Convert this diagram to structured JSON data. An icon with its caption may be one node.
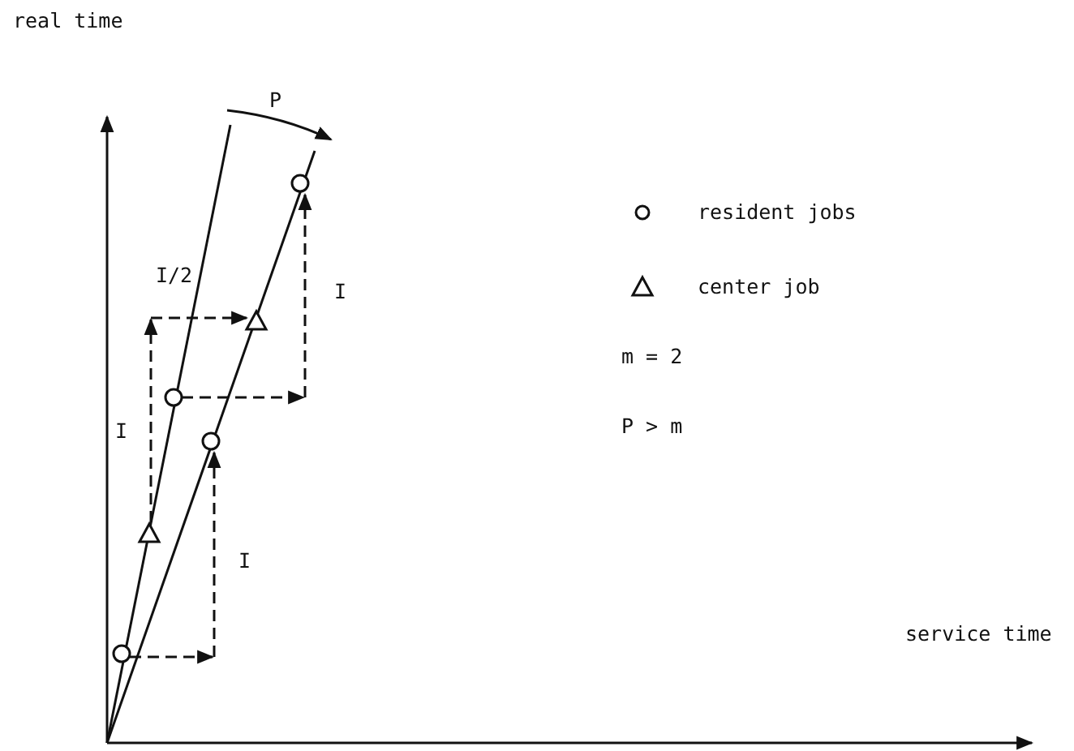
{
  "diagram": {
    "labels": [
      "real time",
      "P",
      "I/2",
      "I",
      "m = 2",
      "P > m",
      "I",
      "I",
      "service time"
    ],
    "legend": [
      {
        "text": "resident jobs"
      },
      {
        "text": "center job"
      }
    ]
  }
}
